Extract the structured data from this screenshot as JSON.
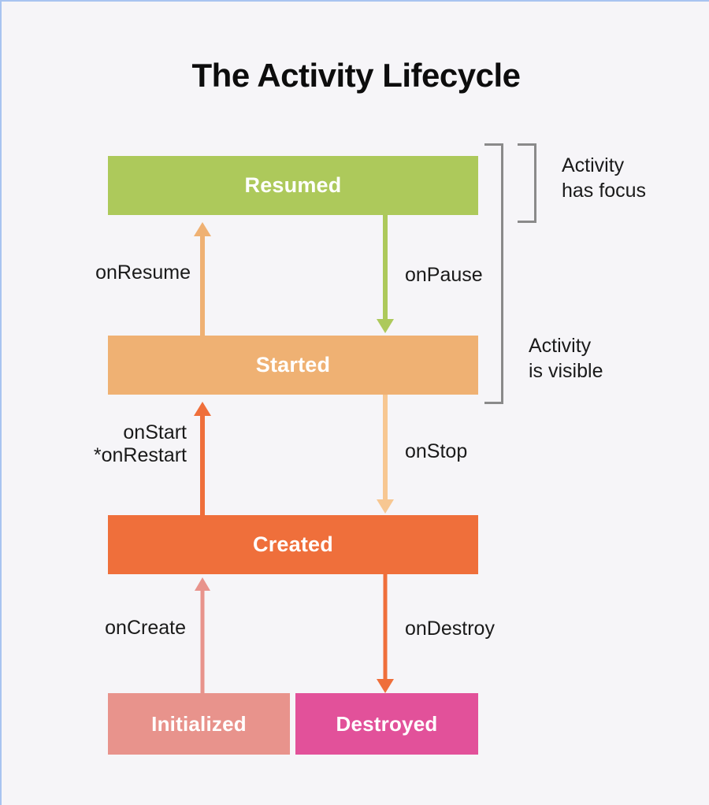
{
  "page": {
    "title": "The Activity Lifecycle",
    "background_color": "#f6f5f8",
    "border_color": "#a8c4f0"
  },
  "states": [
    {
      "id": "resumed",
      "label": "Resumed",
      "color": "#adc95b"
    },
    {
      "id": "started",
      "label": "Started",
      "color": "#efb173"
    },
    {
      "id": "created",
      "label": "Created",
      "color": "#ef6f3b"
    },
    {
      "id": "initialized",
      "label": "Initialized",
      "color": "#e8938c"
    },
    {
      "id": "destroyed",
      "label": "Destroyed",
      "color": "#e2519a"
    }
  ],
  "transitions": [
    {
      "id": "onresume",
      "label": "onResume",
      "from": "started",
      "to": "resumed",
      "direction": "up",
      "color": "#efb173"
    },
    {
      "id": "onpause",
      "label": "onPause",
      "from": "resumed",
      "to": "started",
      "direction": "down",
      "color": "#adc95b"
    },
    {
      "id": "onstart",
      "label": "onStart\n*onRestart",
      "from": "created",
      "to": "started",
      "direction": "up",
      "color": "#ef6f3b"
    },
    {
      "id": "onstop",
      "label": "onStop",
      "from": "started",
      "to": "created",
      "direction": "down",
      "color": "#f7c792"
    },
    {
      "id": "oncreate",
      "label": "onCreate",
      "from": "initialized",
      "to": "created",
      "direction": "up",
      "color": "#e8938c"
    },
    {
      "id": "ondestroy",
      "label": "onDestroy",
      "from": "created",
      "to": "destroyed",
      "direction": "down",
      "color": "#ef6f3b"
    }
  ],
  "annotations": [
    {
      "id": "focus",
      "label": "Activity\nhas focus",
      "covers": [
        "resumed"
      ],
      "bracket_color": "#8a8a8a"
    },
    {
      "id": "visible",
      "label": "Activity\nis visible",
      "covers": [
        "resumed",
        "started"
      ],
      "bracket_color": "#8a8a8a"
    }
  ]
}
